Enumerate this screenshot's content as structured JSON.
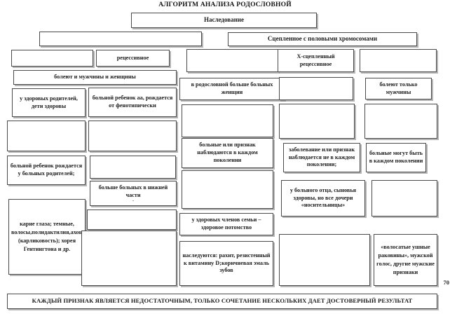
{
  "title": "АЛГОРИТМ АНАЛИЗА РОДОСЛОВНОЙ",
  "page_number": "70",
  "footer": {
    "text": "КАЖДЫЙ ПРИЗНАК ЯВЛЯЕТСЯ НЕДОСТАТОЧНЫМ, ТОЛЬКО СОЧЕТАНИЕ НЕСКОЛЬКИХ ДАЕТ ДОСТОВЕРНЫЙ РЕЗУЛЬТАТ"
  },
  "nodes": {
    "root": "Наследование",
    "branch_left": "",
    "branch_right": "Сцепленное с половыми хромосомами",
    "col1_r1": "",
    "col2_r1": "рецессивное",
    "col3_r1": "",
    "col4_r1": "Х-сцепленный рецессивное",
    "col5_r1": "",
    "wide_left_r2": "болеют и мужчины и женщины",
    "col3_r2": "в родословной больше больных женщин",
    "col4_r2": "",
    "col5_r2": "болеют только мужчины",
    "col1_r3": "у здоровых родителей, дети здоровы",
    "col2_r3": "больной ребенок аа, рождается от фенотипически",
    "col3_r3": "",
    "col4_r3": "",
    "col5_r3": "",
    "col1_r4": "",
    "col2_r4": "",
    "col3_r4": "больные или признак наблюдаются в каждом поколении",
    "col4_r4": "заболевание или признак наблюдается не в каждом поколении;",
    "col5_r4": "больные могут быть в каждом поколении",
    "col1_r5": "больной ребенок рождается у больных родителей;",
    "col2_r5": "",
    "col3_r5": "",
    "col4_r5": "у больного отца, сыновья здоровы, но все дочери «носительницы»",
    "col5_r5": "",
    "col2_r6": "больше больных в нижней части",
    "col2_r6_mark": "-",
    "col1_r6": "карие глаза; темные, волосы,полидактилия,ахондроплазия (карликовость); хорея Гентингтона и др.",
    "col2_r7": "",
    "col3_r6": "у здоровых членов семьи – здоровое потомство",
    "col4_r6": "",
    "col5_r6": "«волосатые ушные раковины», мужской голос, другие мужские признаки",
    "col2_r8": "",
    "col3_r7": "наследуются: рахит, резистенный к витамину D;коричневая эмаль зубов"
  }
}
